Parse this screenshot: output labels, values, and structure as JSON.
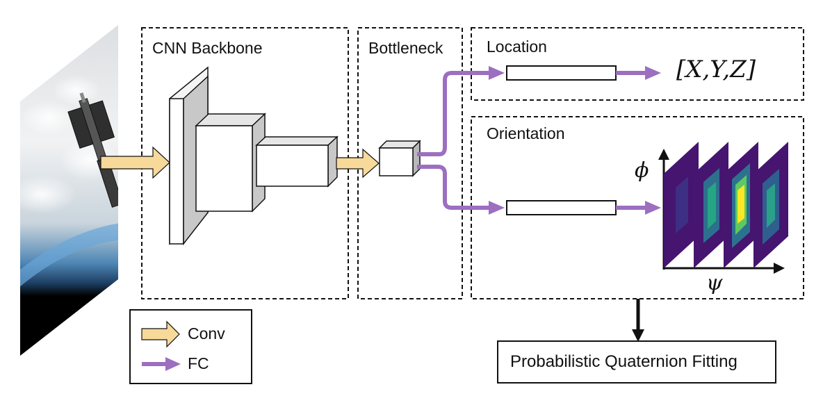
{
  "sections": {
    "backbone": "CNN Backbone",
    "bottleneck": "Bottleneck",
    "location": "Location",
    "orientation": "Orientation"
  },
  "location_output": "[X,Y,Z]",
  "orientation_axes": {
    "vertical": "ϕ",
    "horizontal": "ψ"
  },
  "fitting": "Probabilistic Quaternion Fitting",
  "legend": {
    "conv": {
      "label": "Conv",
      "color": "#f7d99a"
    },
    "fc": {
      "label": "FC",
      "color": "#9c6fc0"
    }
  }
}
